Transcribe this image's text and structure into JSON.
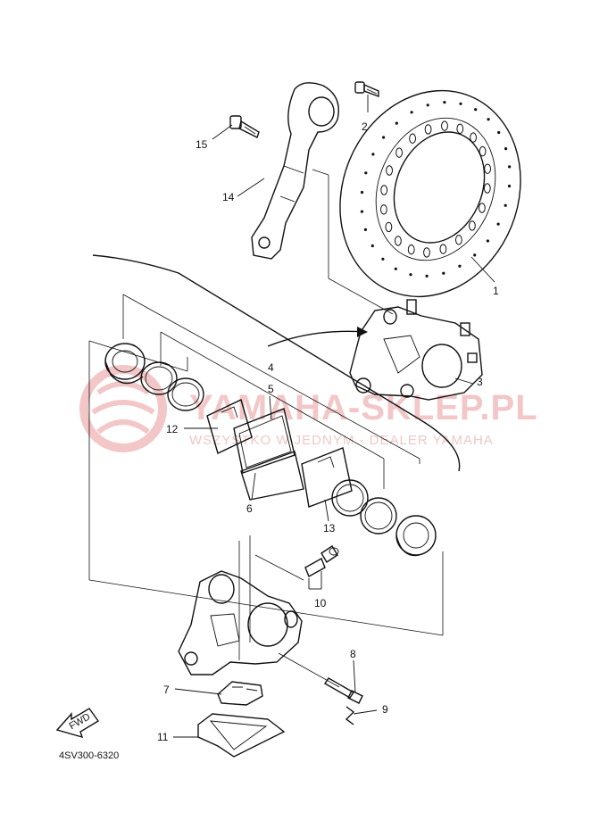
{
  "watermark": {
    "brand": "YAMAHA-SKLEP.PL",
    "tagline": "WSZYSTKO W JEDNYM - DEALER YAMAHA"
  },
  "diagram_code": "4SV300-6320",
  "fwd_label": "FWD",
  "callouts": [
    {
      "id": "1",
      "label": "1"
    },
    {
      "id": "2",
      "label": "2"
    },
    {
      "id": "3",
      "label": "3"
    },
    {
      "id": "4",
      "label": "4"
    },
    {
      "id": "5",
      "label": "5"
    },
    {
      "id": "6",
      "label": "6"
    },
    {
      "id": "7",
      "label": "7"
    },
    {
      "id": "8",
      "label": "8"
    },
    {
      "id": "9",
      "label": "9"
    },
    {
      "id": "10",
      "label": "10"
    },
    {
      "id": "11",
      "label": "11"
    },
    {
      "id": "12",
      "label": "12"
    },
    {
      "id": "13",
      "label": "13"
    },
    {
      "id": "14",
      "label": "14"
    },
    {
      "id": "15",
      "label": "15"
    }
  ]
}
